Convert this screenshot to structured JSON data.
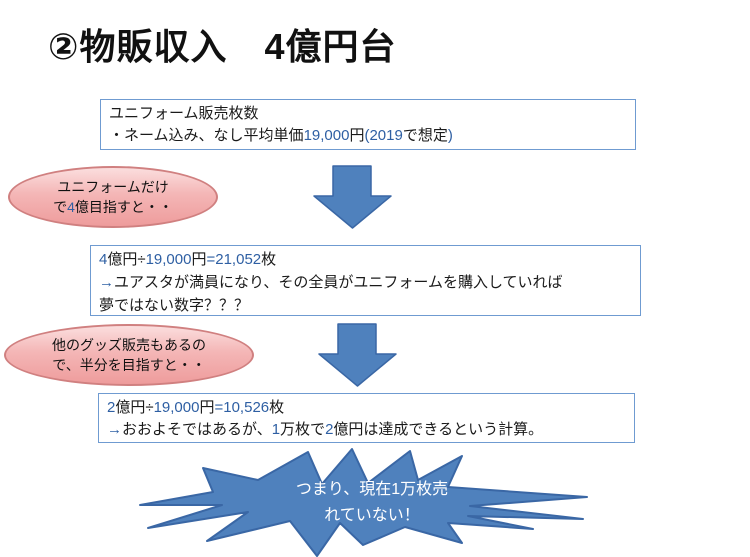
{
  "slide": {
    "title": "②物販収入　4億円台"
  },
  "boxes": [
    {
      "name": "uniform-sales-box",
      "lines": [
        [
          {
            "t": "ユニフォーム販売枚数"
          }
        ],
        [
          {
            "t": "・ネーム込み、なし平均単価"
          },
          {
            "t": "19,000",
            "c": "num"
          },
          {
            "t": "円"
          },
          {
            "t": "(2019",
            "c": "num"
          },
          {
            "t": "で想定"
          },
          {
            "t": ")",
            "c": "num"
          }
        ]
      ]
    },
    {
      "name": "four-hundred-million-calc-box",
      "lines": [
        [
          {
            "t": "4",
            "c": "num"
          },
          {
            "t": "億円÷"
          },
          {
            "t": "19,000",
            "c": "num"
          },
          {
            "t": "円"
          },
          {
            "t": "=21,052",
            "c": "num"
          },
          {
            "t": "枚"
          }
        ],
        [
          {
            "t": "→",
            "c": "num"
          },
          {
            "t": "ユアスタが満員になり、その全員がユニフォームを購入していれば"
          }
        ],
        [
          {
            "t": "夢ではない数字？？？"
          }
        ]
      ]
    },
    {
      "name": "two-hundred-million-calc-box",
      "lines": [
        [
          {
            "t": "2",
            "c": "num"
          },
          {
            "t": "億円÷"
          },
          {
            "t": "19,000",
            "c": "num"
          },
          {
            "t": "円"
          },
          {
            "t": "=10,526",
            "c": "num"
          },
          {
            "t": "枚"
          }
        ],
        [
          {
            "t": "→",
            "c": "num"
          },
          {
            "t": "おおよそではあるが、"
          },
          {
            "t": "1",
            "c": "num"
          },
          {
            "t": "万枚で"
          },
          {
            "t": "2",
            "c": "num"
          },
          {
            "t": "億円は達成できるという計算。"
          }
        ]
      ]
    }
  ],
  "callouts": [
    {
      "name": "uniform-only-callout",
      "lines": [
        [
          {
            "t": "ユニフォームだけ"
          }
        ],
        [
          {
            "t": "で"
          },
          {
            "t": "4",
            "c": "num"
          },
          {
            "t": "億目指すと・・"
          }
        ]
      ]
    },
    {
      "name": "other-goods-callout",
      "lines": [
        [
          {
            "t": "他のグッズ販売もあるの"
          }
        ],
        [
          {
            "t": "で、半分を目指すと・・"
          }
        ]
      ]
    }
  ],
  "burst": {
    "lines": [
      "つまり、現在1万枚売",
      "れていない！"
    ]
  },
  "colors": {
    "number_text": "#2e5fa3",
    "box_border": "#6f9bd1",
    "arrow_fill": "#4f81bd",
    "arrow_stroke": "#3a67a5",
    "callout_border": "#d08080",
    "burst_fill": "#4f81bd",
    "burst_stroke": "#3a67a5",
    "burst_text": "#ffffff"
  }
}
